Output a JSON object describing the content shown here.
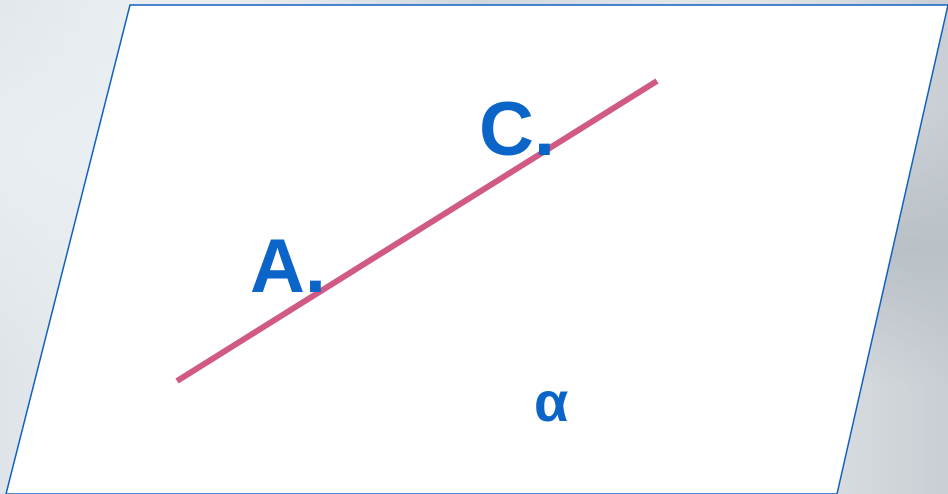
{
  "diagram": {
    "points": [
      {
        "id": "A",
        "label": "A."
      },
      {
        "id": "C",
        "label": "C."
      }
    ],
    "plane_label": "α",
    "colors": {
      "plane_fill": "#ffffff",
      "plane_border": "#1060c0",
      "line": "#d05a85",
      "label": "#0b64c8",
      "background": "#e8ecef"
    }
  }
}
